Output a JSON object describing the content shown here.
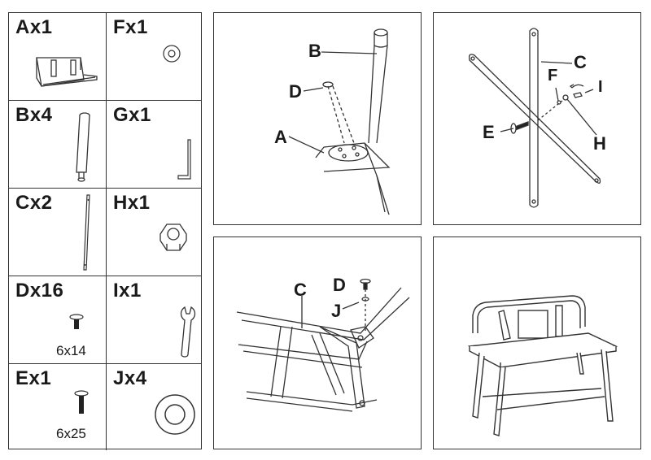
{
  "parts": [
    {
      "id": "A",
      "qty": "Ax1",
      "dim": "",
      "icon": "seat-frame-icon"
    },
    {
      "id": "F",
      "qty": "Fx1",
      "dim": "",
      "icon": "washer-small-icon"
    },
    {
      "id": "B",
      "qty": "Bx4",
      "dim": "",
      "icon": "leg-icon"
    },
    {
      "id": "G",
      "qty": "Gx1",
      "dim": "",
      "icon": "allen-key-icon"
    },
    {
      "id": "C",
      "qty": "Cx2",
      "dim": "",
      "icon": "rod-icon"
    },
    {
      "id": "H",
      "qty": "Hx1",
      "dim": "",
      "icon": "nut-icon"
    },
    {
      "id": "D",
      "qty": "Dx16",
      "dim": "6x14",
      "icon": "short-bolt-icon"
    },
    {
      "id": "I",
      "qty": "Ix1",
      "dim": "",
      "icon": "wrench-icon"
    },
    {
      "id": "E",
      "qty": "Ex1",
      "dim": "6x25",
      "icon": "long-bolt-icon"
    },
    {
      "id": "J",
      "qty": "Jx4",
      "dim": "",
      "icon": "washer-large-icon"
    }
  ],
  "steps": {
    "step1": {
      "callouts": [
        "B",
        "D",
        "A"
      ]
    },
    "step2": {
      "callouts": [
        "C",
        "F",
        "I",
        "E",
        "H"
      ]
    },
    "step3": {
      "callouts": [
        "C",
        "D",
        "J"
      ]
    },
    "step4": {
      "callouts": []
    }
  }
}
